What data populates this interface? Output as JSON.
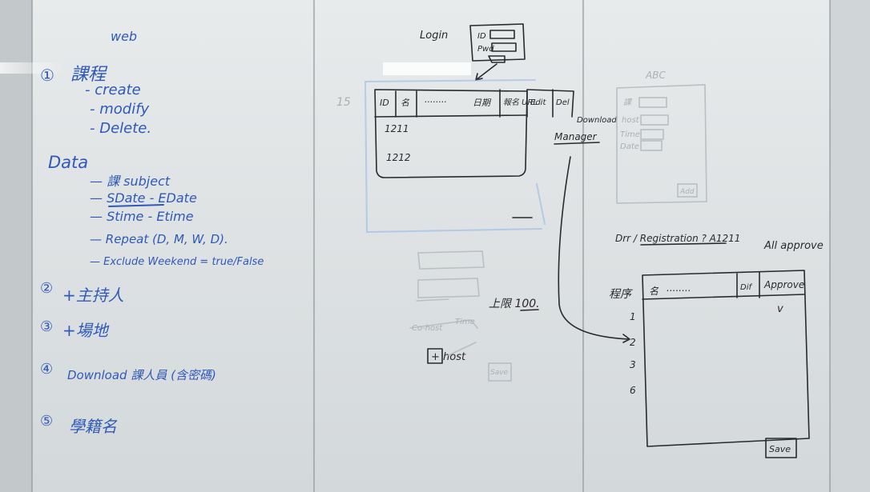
{
  "left_panel": {
    "title": "web",
    "items": [
      {
        "num": "①",
        "label": "課程"
      },
      {
        "num": "②",
        "label": "+主持人"
      },
      {
        "num": "③",
        "label": "+場地"
      },
      {
        "num": "④",
        "label": "Download 課人員 (含密碼)"
      },
      {
        "num": "⑤",
        "label": "學籍名"
      }
    ],
    "course_actions": [
      "- create",
      "- modify",
      "- Delete."
    ],
    "data_heading": "Data",
    "data_fields": [
      "— 課 subject",
      "— SDate - EDate",
      "— Stime - Etime",
      "— Repeat (D, M, W, D).",
      "— Exclude Weekend = true/False"
    ]
  },
  "middle_panel": {
    "login_label": "Login",
    "login_fields": [
      "ID",
      "Pwd"
    ],
    "row_number": "15",
    "table_headers": [
      "ID",
      "名",
      "........",
      "日期",
      "報名 URL",
      "Edit",
      "Del"
    ],
    "table_rows": [
      "1211",
      "1212"
    ],
    "co_host_label": "Co-host",
    "time_label": "Time",
    "host_label": "+ host",
    "save_label": "Save",
    "limit_label": "上限 100.",
    "download_label": "Download",
    "manager_label": "Manager"
  },
  "right_panel": {
    "title": "ABC",
    "form_labels": [
      "課",
      "host",
      "Time",
      "Date"
    ],
    "add_label": "Add",
    "drr_label": "Drr / Registration ? A1211",
    "all_approve_label": "All approve",
    "sequence_label": "程序",
    "header_cols": [
      "名",
      "........",
      "Dif",
      "Approve"
    ],
    "check_mark": "v",
    "row_numbers": [
      "1",
      "2",
      "3",
      "6"
    ],
    "save_label": "Save"
  },
  "colors": {
    "board": "#cfd4d6",
    "blue_marker": "#2f59b8",
    "black_marker": "#2a2a2e",
    "faint_marker": "#aab0b5"
  }
}
